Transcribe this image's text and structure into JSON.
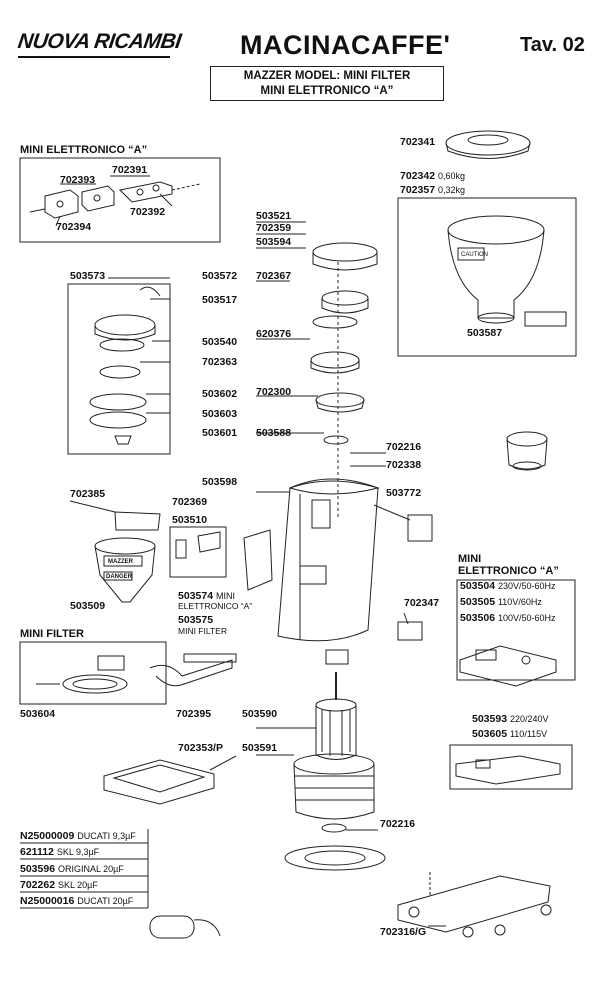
{
  "header": {
    "brand": "NUOVA RICAMBI",
    "title": "MACINACAFFE'",
    "plate": "Tav. 02",
    "model_line1": "MAZZER MODEL: MINI FILTER",
    "model_line2": "MINI ELETTRONICO “A”"
  },
  "sections": {
    "mini_elettronico_top": "MINI ELETTRONICO “A”",
    "mini_elettronico_right_1": "MINI",
    "mini_elettronico_right_2": "ELETTRONICO “A”",
    "mini_filter": "MINI FILTER"
  },
  "parts": {
    "p702391": "702391",
    "p702393": "702393",
    "p702392": "702392",
    "p702394": "702394",
    "p702341": "702341",
    "p702342": "702342",
    "p702342_note": "0,60kg",
    "p702357": "702357",
    "p702357_note": "0,32kg",
    "p503587": "503587",
    "p503521": "503521",
    "p702359": "702359",
    "p503594": "503594",
    "p702367": "702367",
    "p620376": "620376",
    "p702300": "702300",
    "p503588": "503588",
    "p702216a": "702216",
    "p702338": "702338",
    "p503573": "503573",
    "p503572": "503572",
    "p503517": "503517",
    "p503540": "503540",
    "p702363": "702363",
    "p503602": "503602",
    "p503603": "503603",
    "p503601": "503601",
    "p503598": "503598",
    "p503772": "503772",
    "p702385": "702385",
    "p702369": "702369",
    "p503510": "503510",
    "p503509": "503509",
    "p503574": "503574",
    "p503574_note1": "MINI",
    "p503574_note2": "ELETTRONICO “A”",
    "p503575": "503575",
    "p503575_note": "MINI FILTER",
    "p702347": "702347",
    "p503504": "503504",
    "p503504_note": "230V/50-60Hz",
    "p503505": "503505",
    "p503505_note": "110V/60Hz",
    "p503506": "503506",
    "p503506_note": "100V/50-60Hz",
    "p503604": "503604",
    "p702395": "702395",
    "p503590": "503590",
    "p503593": "503593",
    "p503593_note": "220/240V",
    "p503605": "503605",
    "p503605_note": "110/115V",
    "p702353": "702353/P",
    "p503591": "503591",
    "p702216b": "702216",
    "p702316": "702316/G"
  },
  "capacitors": [
    {
      "code": "N25000009",
      "note": "DUCATI 9,3µF"
    },
    {
      "code": "621112",
      "note": "SKL 9,3µF"
    },
    {
      "code": "503596",
      "note": "ORIGINAL 20µF"
    },
    {
      "code": "702262",
      "note": "SKL 20µF"
    },
    {
      "code": "N25000016",
      "note": "DUCATI 20µF"
    }
  ],
  "drawing_text": {
    "caution": "CAUTION",
    "mazzer_label": "MAZZER",
    "danger": "DANGER"
  }
}
